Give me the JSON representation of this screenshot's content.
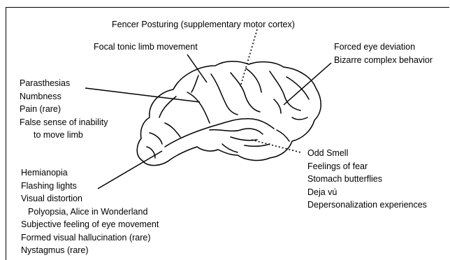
{
  "supplementary_motor": {
    "label": "Fencer Posturing (supplementary motor cortex)"
  },
  "focal_tonic": {
    "label": "Focal tonic limb movement"
  },
  "frontal_eye": {
    "lines": [
      "Forced eye deviation",
      "Bizarre complex behavior"
    ]
  },
  "sensory": {
    "lines": [
      "Parasthesias",
      "Numbness",
      "Pain (rare)",
      "False sense of inability",
      "to move limb"
    ]
  },
  "temporal": {
    "lines": [
      "Odd Smell",
      "Feelings of fear",
      "Stomach butterflies",
      "Deja vú",
      "Depersonalization experiences"
    ]
  },
  "occipital": {
    "lines": [
      "Hemianopia",
      "Flashing lights",
      "Visual distortion",
      "Polyopsia, Alice in Wonderland",
      "Subjective feeling of eye movement",
      "Formed visual hallucination (rare)",
      "Nystagmus (rare)"
    ]
  }
}
